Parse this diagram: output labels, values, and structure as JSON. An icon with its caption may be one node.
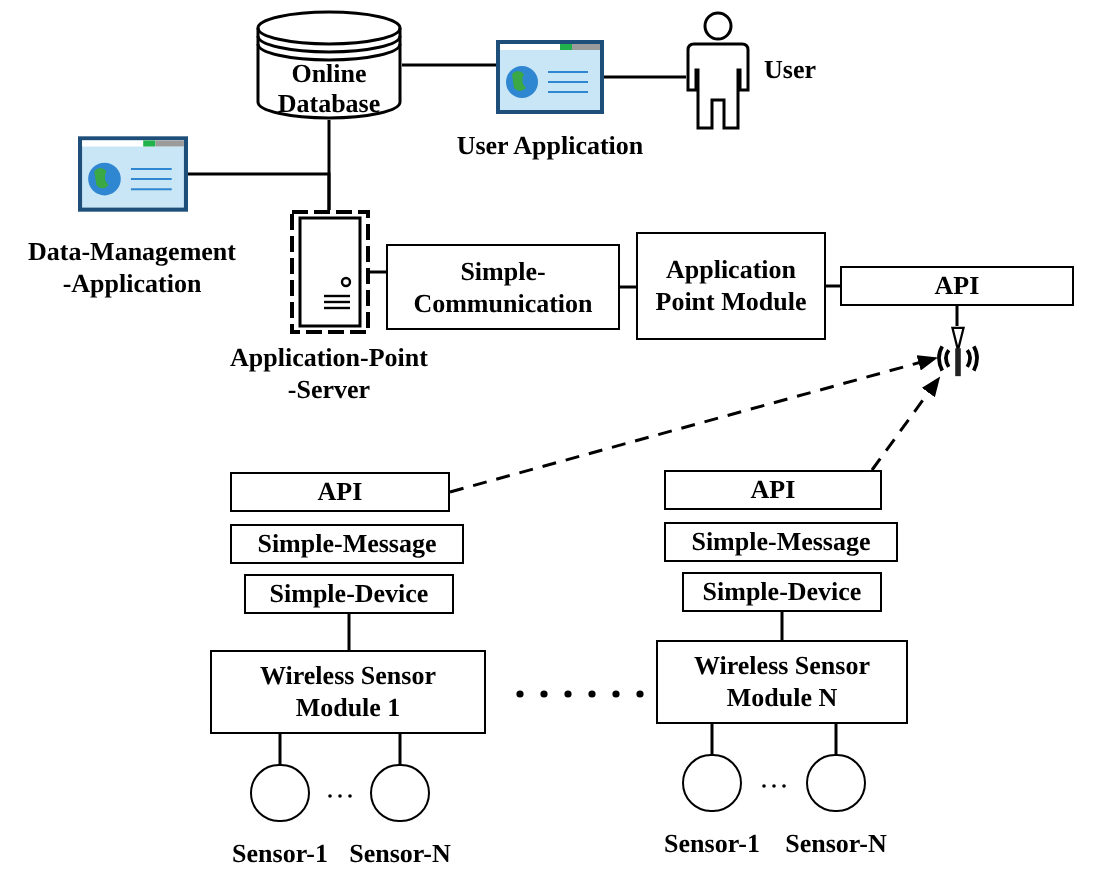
{
  "diagram": {
    "nodes": [
      {
        "text": [
          "Online Database"
        ]
      },
      {
        "text": [
          "User Application"
        ]
      },
      {
        "text": [
          "User"
        ]
      },
      {
        "text": [
          "Data-Management -Application"
        ]
      },
      {
        "text": [
          "Application-Point -Server"
        ]
      },
      {
        "text": [
          "Simple- Communication"
        ]
      },
      {
        "text": [
          "Application Point Module"
        ]
      },
      {
        "text": [
          "API"
        ]
      },
      {
        "text": [],
        "shape": "antenna"
      },
      {
        "text": [
          "API"
        ]
      },
      {
        "text": [
          "Simple-Message"
        ]
      },
      {
        "text": [
          "Simple-Device"
        ]
      },
      {
        "text": [
          "Wireless Sensor Module 1"
        ]
      },
      {
        "text": [
          "Sensor-1"
        ]
      },
      {
        "text": [
          "Sensor-N"
        ]
      },
      {
        "text": [
          "API"
        ]
      },
      {
        "text": [
          "Simple-Message"
        ]
      },
      {
        "text": [
          "Simple-Device"
        ]
      },
      {
        "text": [
          "Wireless Sensor Module N"
        ]
      },
      {
        "text": [
          "Sensor-1"
        ]
      },
      {
        "text": [
          "Sensor-N"
        ]
      }
    ],
    "edges": [
      {
        "from": 0,
        "to": 1,
        "arrow": "none"
      },
      {
        "from": 1,
        "to": 2,
        "arrow": "none"
      },
      {
        "from": 0,
        "to": 4,
        "arrow": "none"
      },
      {
        "from": 3,
        "to": 4,
        "arrow": "none"
      },
      {
        "from": 4,
        "to": 5,
        "arrow": "none"
      },
      {
        "from": 5,
        "to": 6,
        "arrow": "none"
      },
      {
        "from": 6,
        "to": 7,
        "arrow": "none"
      },
      {
        "from": 7,
        "to": 8,
        "arrow": "none"
      },
      {
        "from": 9,
        "to": 8,
        "arrow": "to",
        "style": "dashed"
      },
      {
        "from": 15,
        "to": 8,
        "arrow": "to",
        "style": "dashed"
      },
      {
        "from": 11,
        "to": 12,
        "arrow": "none"
      },
      {
        "from": 12,
        "to": 13,
        "arrow": "none"
      },
      {
        "from": 12,
        "to": 14,
        "arrow": "none"
      },
      {
        "from": 17,
        "to": 18,
        "arrow": "none"
      },
      {
        "from": 18,
        "to": 19,
        "arrow": "none"
      },
      {
        "from": 18,
        "to": 20,
        "arrow": "none"
      }
    ]
  }
}
